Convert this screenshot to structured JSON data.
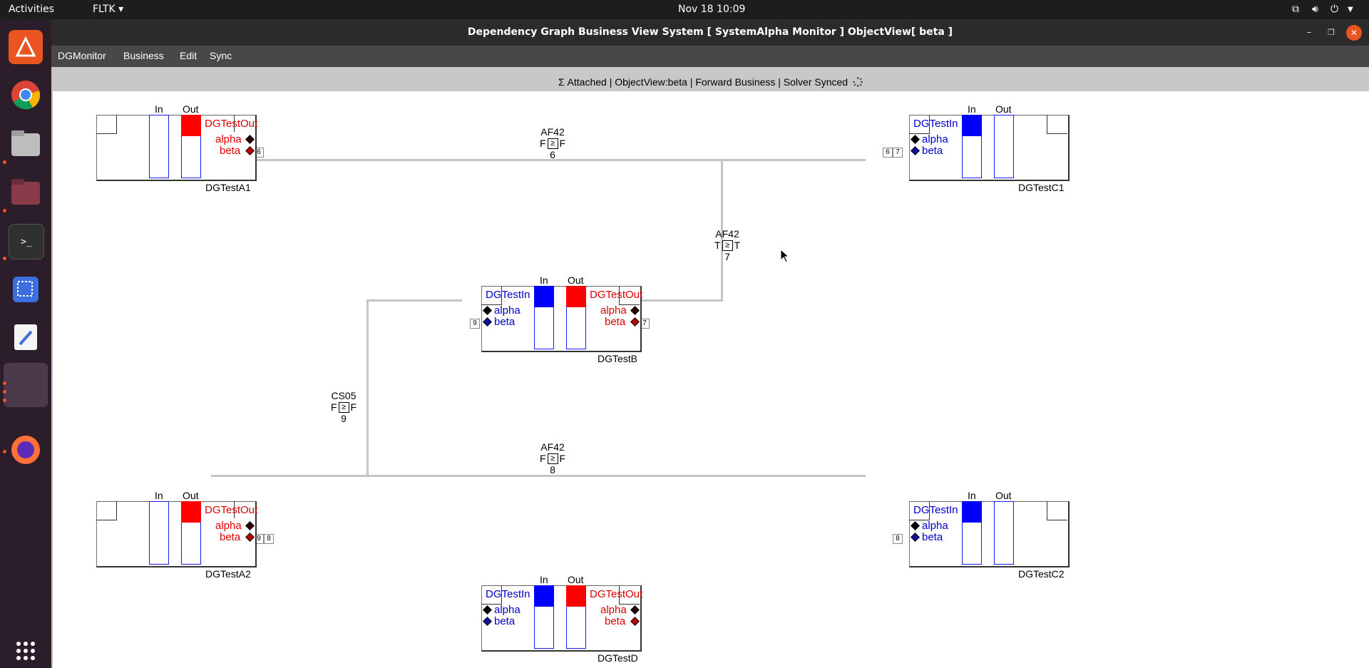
{
  "topbar": {
    "activities": "Activities",
    "app_menu": "FLTK ▾",
    "clock": "Nov 18  10:09"
  },
  "window": {
    "title": "Dependency Graph Business View System [ SystemAlpha Monitor ]  ObjectView[ beta ]",
    "min": "–",
    "max": "❐",
    "close": "✕"
  },
  "menu": [
    "DGMonitor",
    "Business",
    "Edit",
    "Sync"
  ],
  "status": "Σ  Attached | ObjectView:beta | Forward Business | Solver Synced",
  "labels": {
    "in": "In",
    "out": "Out",
    "alpha": "alpha",
    "beta": "beta",
    "dg_out": "DGTestOut",
    "dg_in": "DGTestIn"
  },
  "nodes": {
    "a1": "DGTestA1",
    "a2": "DGTestA2",
    "b": "DGTestB",
    "c1": "DGTestC1",
    "c2": "DGTestC2",
    "d": "DGTestD"
  },
  "edges": {
    "e_top": {
      "name": "AF42",
      "left": "F",
      "right": "F",
      "num": "6"
    },
    "e_mid": {
      "name": "AF42",
      "left": "T",
      "right": "T",
      "num": "7"
    },
    "e_cs": {
      "name": "CS05",
      "left": "F",
      "right": "F",
      "num": "9"
    },
    "e_bot": {
      "name": "AF42",
      "left": "F",
      "right": "F",
      "num": "8"
    }
  },
  "ports": {
    "p6": "6",
    "p7": "7",
    "p8": "8",
    "p9": "9"
  },
  "gt": "≥",
  "colors": {
    "out_fill": "#ff0000",
    "in_fill": "#0000ff",
    "edge": "#c4c4c4"
  }
}
